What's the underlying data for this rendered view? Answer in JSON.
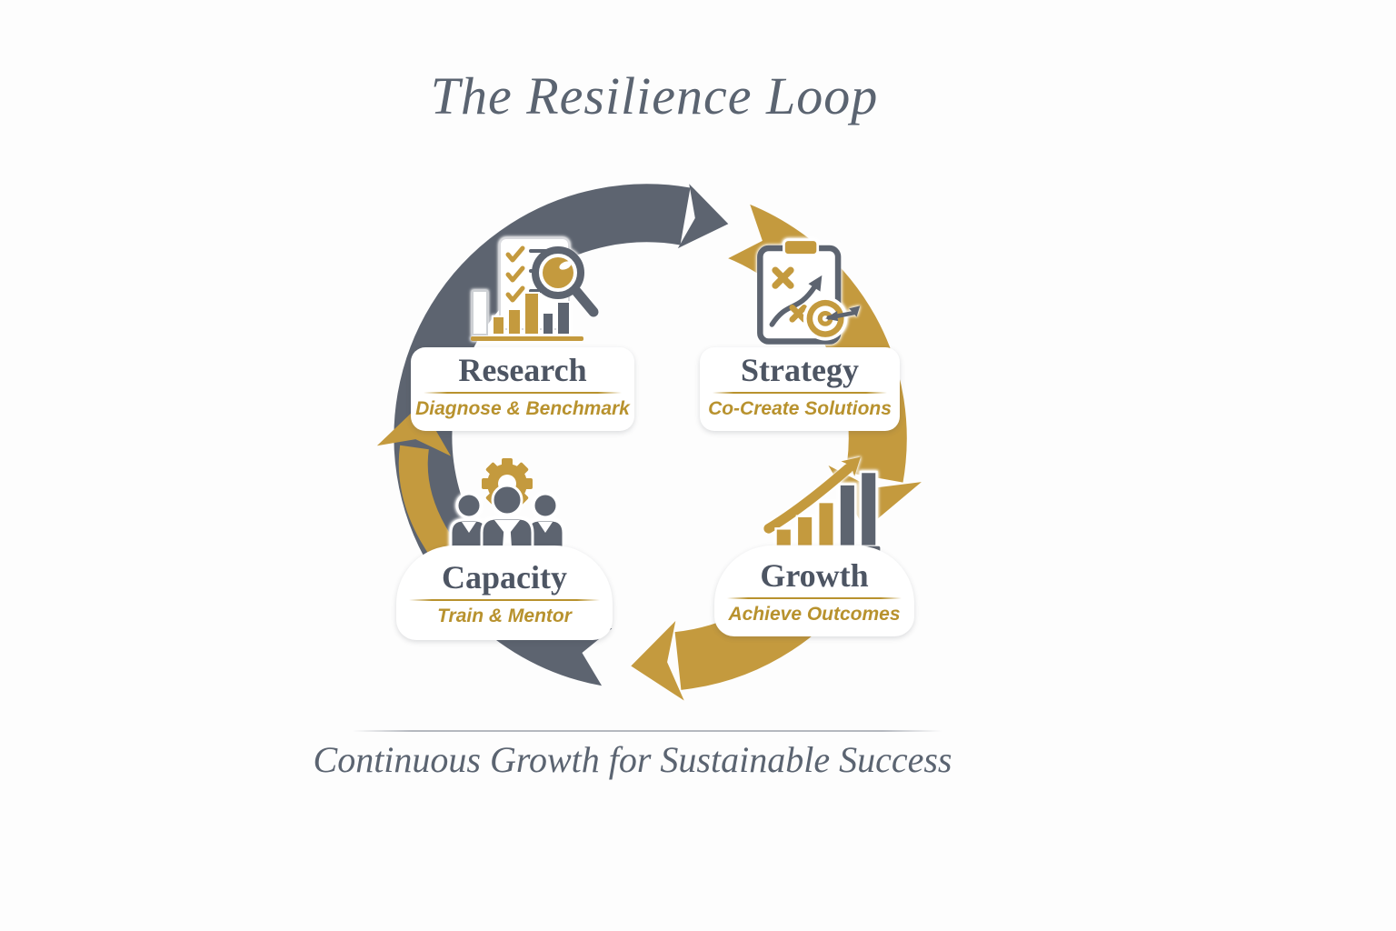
{
  "title": "The Resilience Loop",
  "tagline": "Continuous Growth for Sustainable Success",
  "colors": {
    "slate": "#5d6470",
    "gold": "#c49a3e",
    "heading": "#4d5563",
    "subtitle_gold": "#b8922e",
    "title_text": "#5b6471",
    "background": "#fdfdfd",
    "card": "#ffffff"
  },
  "stages": [
    {
      "id": "research",
      "label": "Research",
      "subtitle": "Diagnose & Benchmark",
      "icon": "research-checklist-magnifier-icon",
      "position": "top-left"
    },
    {
      "id": "strategy",
      "label": "Strategy",
      "subtitle": "Co-Create Solutions",
      "icon": "strategy-clipboard-target-icon",
      "position": "top-right"
    },
    {
      "id": "growth",
      "label": "Growth",
      "subtitle": "Achieve Outcomes",
      "icon": "growth-bar-chart-arrow-icon",
      "position": "bottom-right"
    },
    {
      "id": "capacity",
      "label": "Capacity",
      "subtitle": "Train & Mentor",
      "icon": "capacity-team-gear-icon",
      "position": "bottom-left"
    }
  ],
  "flow": {
    "direction": "clockwise",
    "order": [
      "Research",
      "Strategy",
      "Growth",
      "Capacity"
    ]
  }
}
